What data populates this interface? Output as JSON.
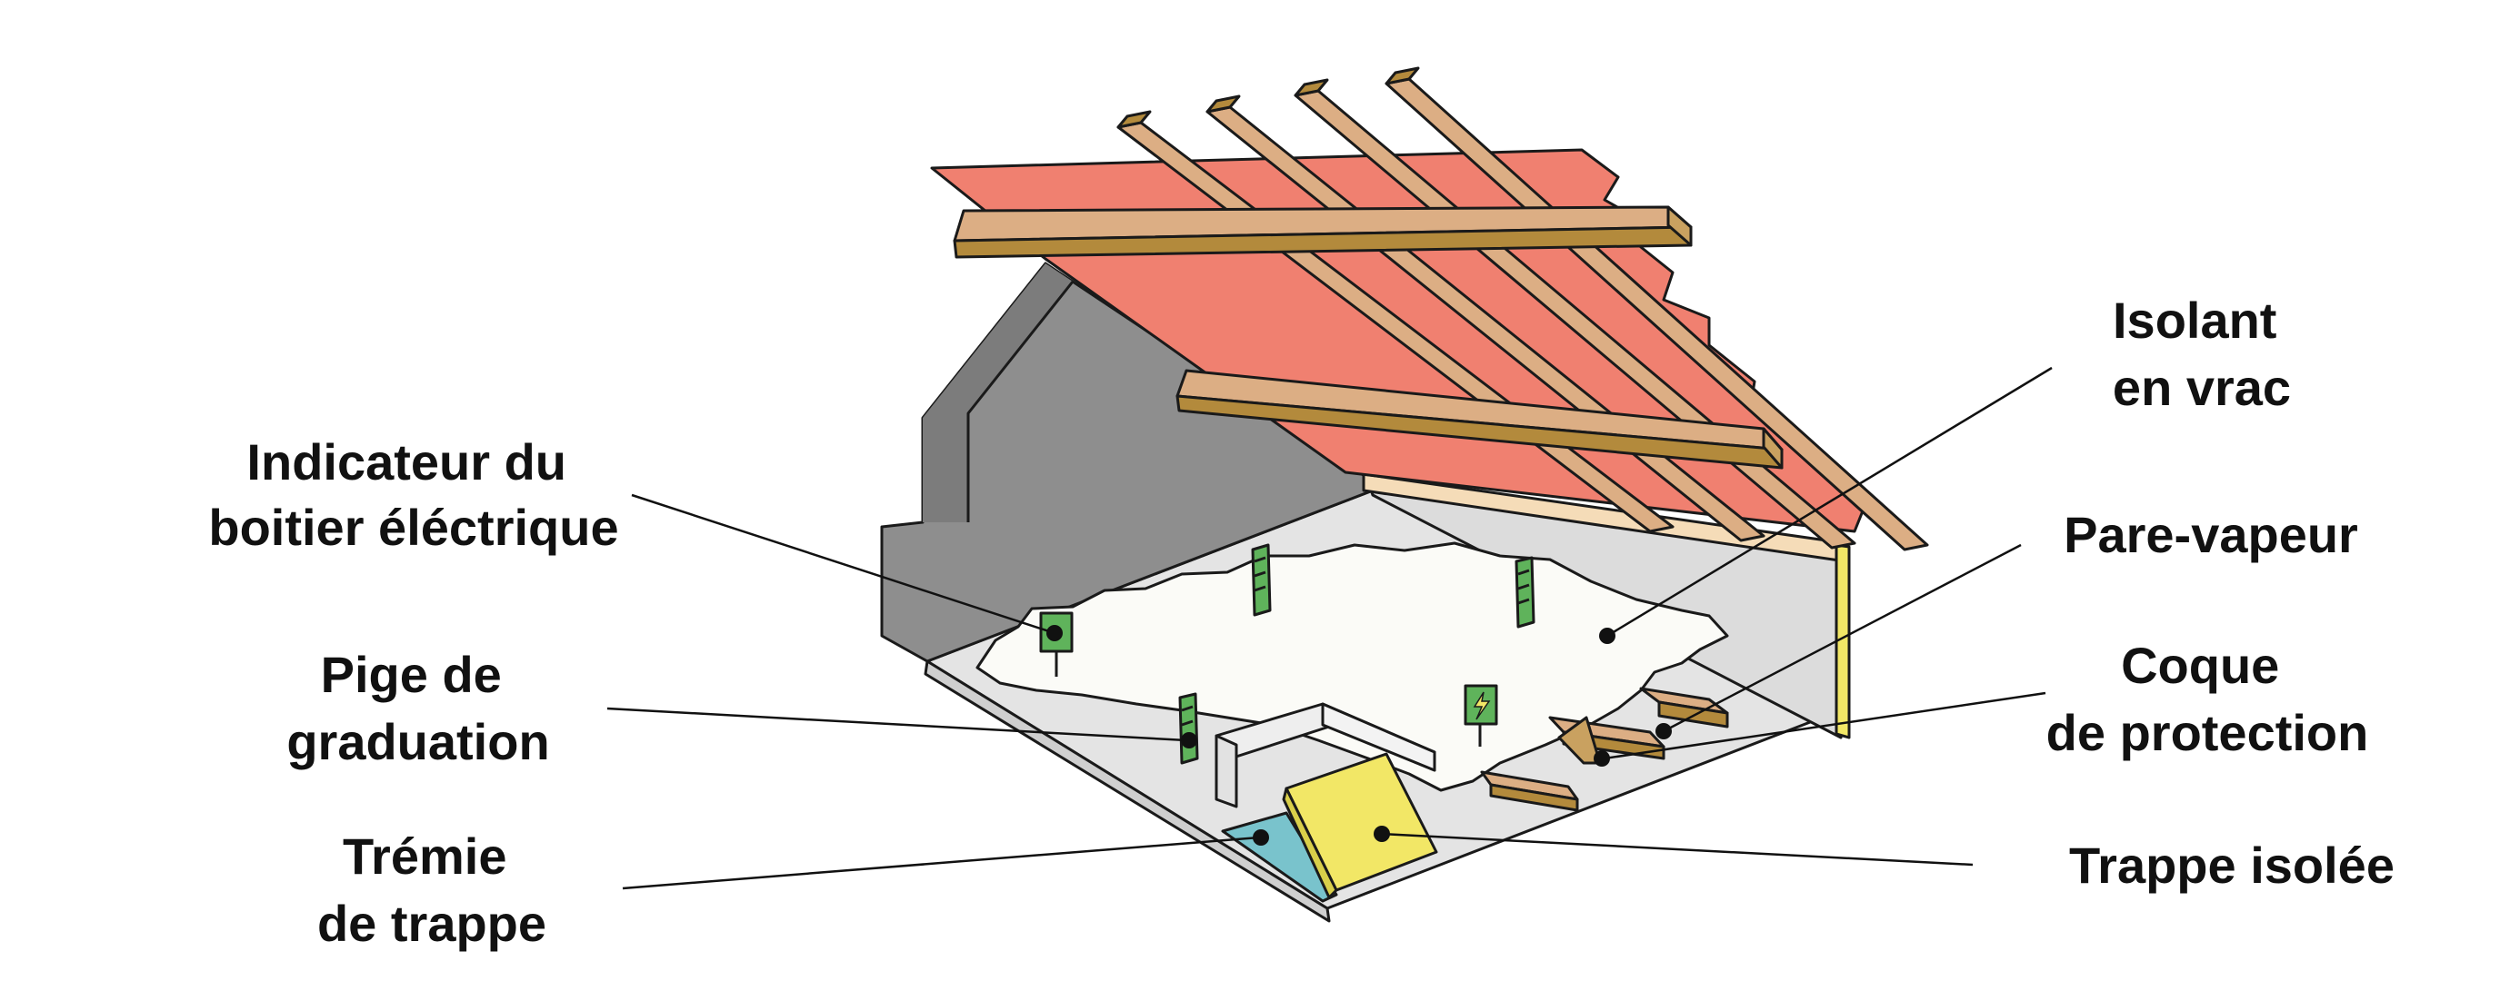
{
  "labels": {
    "indicateur": [
      "Indicateur du",
      "boitier éléctrique"
    ],
    "pige": [
      "Pige de",
      "graduation"
    ],
    "tremie": [
      "Trémie",
      "de trappe"
    ],
    "isolant": [
      "Isolant",
      "en vrac"
    ],
    "pare_vapeur": [
      "Pare-vapeur"
    ],
    "coque": [
      "Coque",
      "de protection"
    ],
    "trappe": [
      "Trappe isolée"
    ]
  },
  "colors": {
    "roof": "#f08070",
    "wood_light": "#dcae84",
    "wood_dark": "#b38a3c",
    "wall": "#8e8e8e",
    "floor": "#e4e4e4",
    "insulation": "#fbfbf7",
    "hatch_yellow": "#f2e766",
    "hatch_blue": "#79c3cc",
    "marker_green": "#5fb35b",
    "vapor_barrier": "#f5dcb8"
  }
}
